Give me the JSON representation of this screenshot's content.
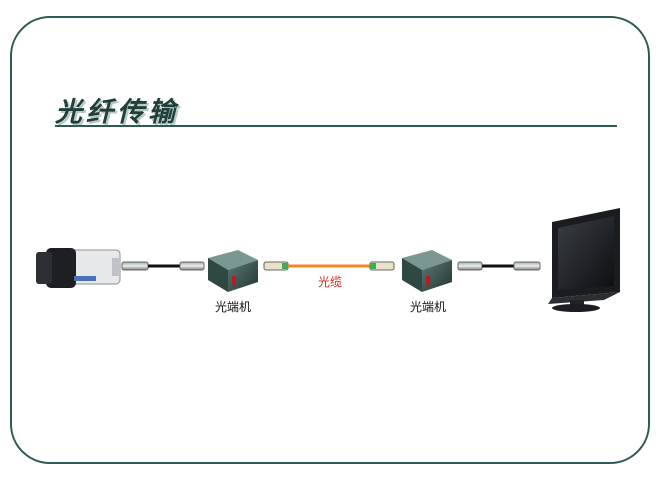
{
  "slide": {
    "title": "光纤传输"
  },
  "diagram": {
    "nodes": [
      {
        "id": "camera",
        "label": ""
      },
      {
        "id": "transceiver-left",
        "label": "光端机"
      },
      {
        "id": "transceiver-right",
        "label": "光端机"
      },
      {
        "id": "monitor",
        "label": ""
      }
    ],
    "edges": [
      {
        "from": "camera",
        "to": "transceiver-left",
        "label": "",
        "color": "#111111"
      },
      {
        "from": "transceiver-left",
        "to": "transceiver-right",
        "label": "光缆",
        "color": "#f08a28"
      },
      {
        "from": "transceiver-right",
        "to": "monitor",
        "label": "",
        "color": "#111111"
      }
    ]
  },
  "colors": {
    "frame": "#2e5a55",
    "fiber": "#f08a28",
    "fiber_label": "#cc2a1a",
    "device_body": "#3d5a56"
  }
}
